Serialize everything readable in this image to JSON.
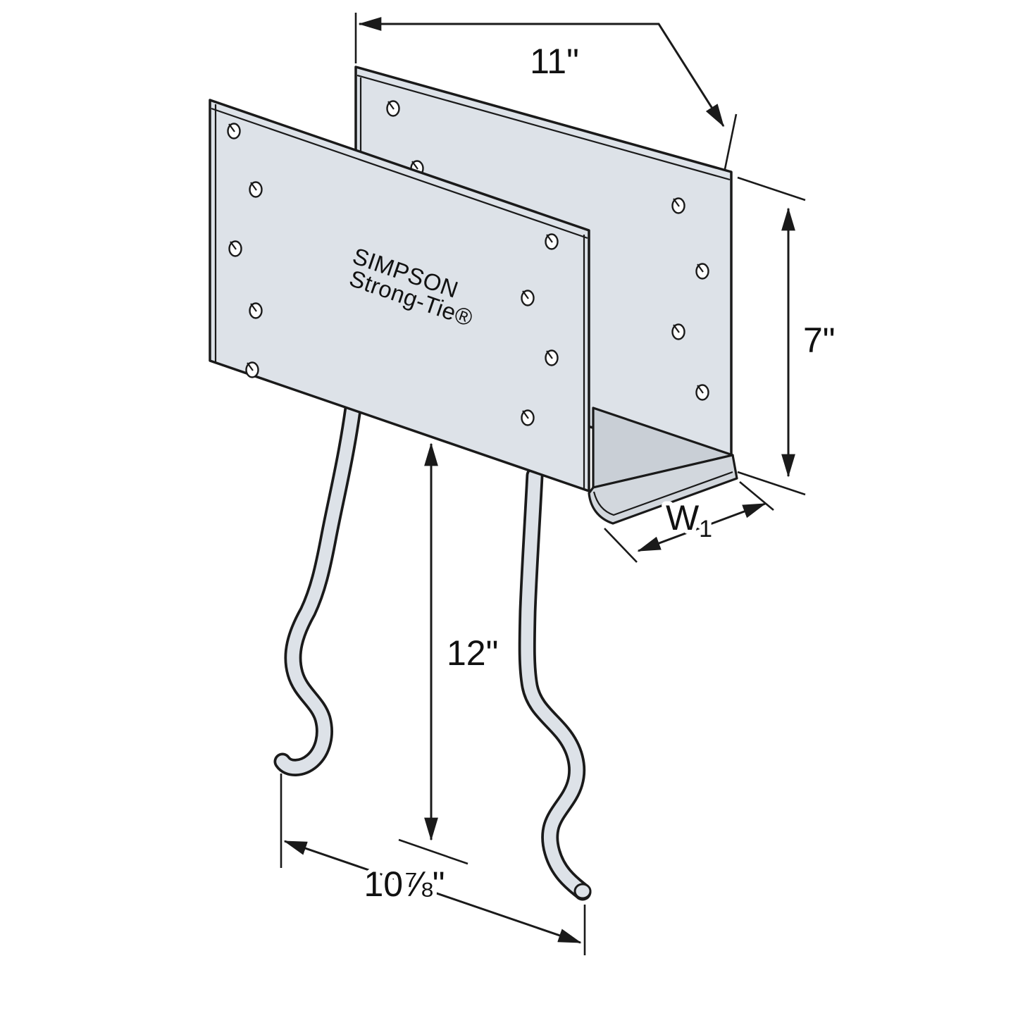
{
  "brand": {
    "line1": "SIMPSON",
    "line2": "Strong-Tie®"
  },
  "dimensions": {
    "width": "11\"",
    "height": "7\"",
    "depth_base": "W",
    "depth_sub": "1",
    "rod_length": "12\"",
    "hook_spread": "10⅞\""
  },
  "colors": {
    "metal": "#dde2e8",
    "metal_mid": "#d2d7dd",
    "metal_dark": "#c9cfd6",
    "line": "#1a1a1a"
  }
}
